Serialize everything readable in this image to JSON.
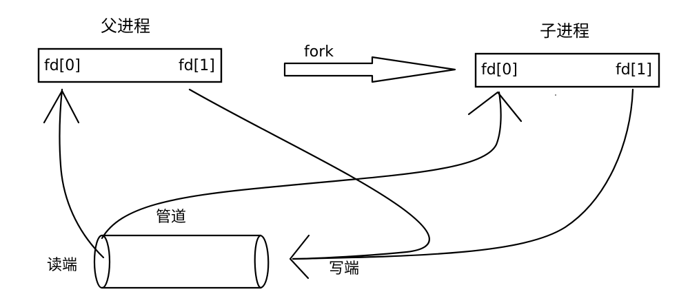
{
  "diagram": {
    "parent": {
      "title": "父进程",
      "fd_read": "fd[0]",
      "fd_write": "fd[1]"
    },
    "child": {
      "title": "子进程",
      "fd_read": "fd[0]",
      "fd_write": "fd[1]"
    },
    "fork_label": "fork",
    "pipe": {
      "label": "管道",
      "read_end": "读端",
      "write_end": "写端"
    }
  }
}
